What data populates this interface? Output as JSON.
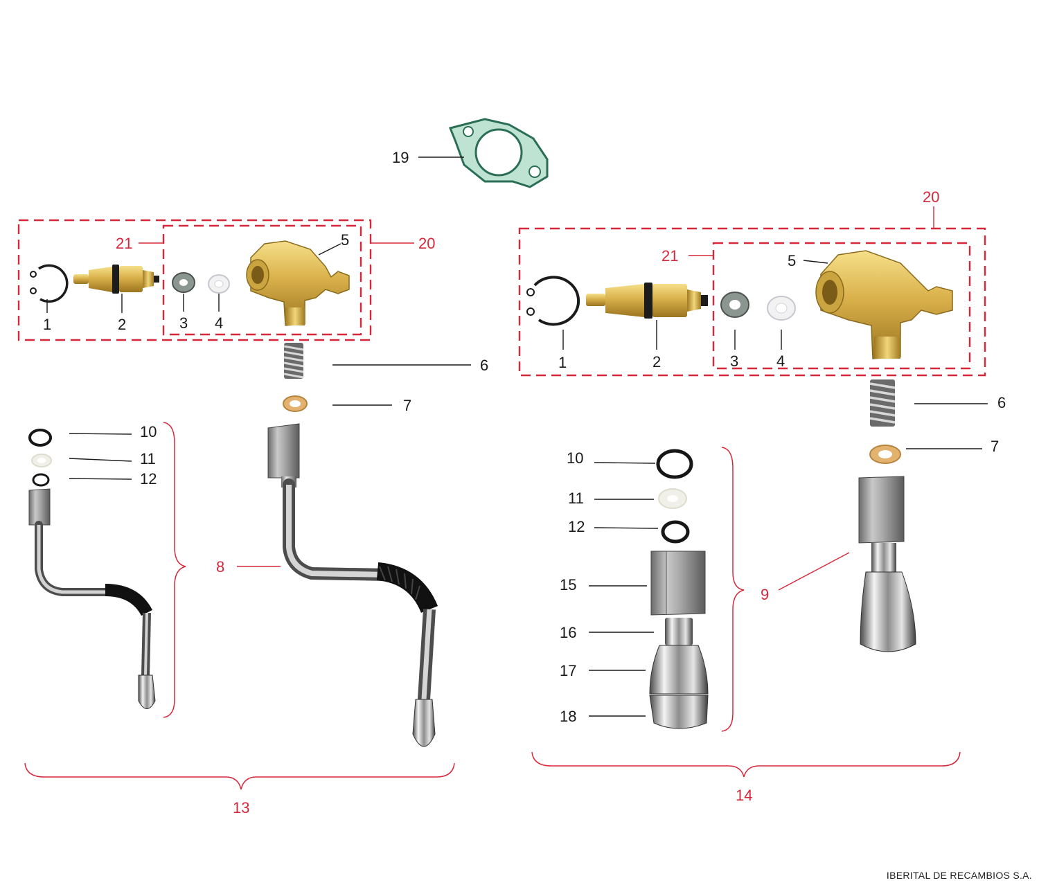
{
  "gasket_label": "19",
  "left_group": {
    "assembly_20": "20",
    "assembly_21": "21",
    "circlip": "1",
    "valve_stem": "2",
    "washer_grey": "3",
    "washer_white": "4",
    "valve_body": "5",
    "spring": "6",
    "washer_brass": "7",
    "steam_wand": "8",
    "o_ring_large": "10",
    "ring_white": "11",
    "o_ring_small": "12",
    "group_label": "13"
  },
  "right_group": {
    "assembly_20": "20",
    "assembly_21": "21",
    "circlip": "1",
    "valve_stem": "2",
    "washer_grey": "3",
    "washer_white": "4",
    "valve_body": "5",
    "spring": "6",
    "washer_brass": "7",
    "hot_water_nozzle": "9",
    "o_ring_large": "10",
    "ring_white": "11",
    "o_ring_small": "12",
    "hex_nut": "15",
    "collar": "16",
    "nozzle_body": "17",
    "nozzle_tip": "18",
    "group_label": "14"
  },
  "footer": "IBERITAL DE RECAMBIOS S.A."
}
